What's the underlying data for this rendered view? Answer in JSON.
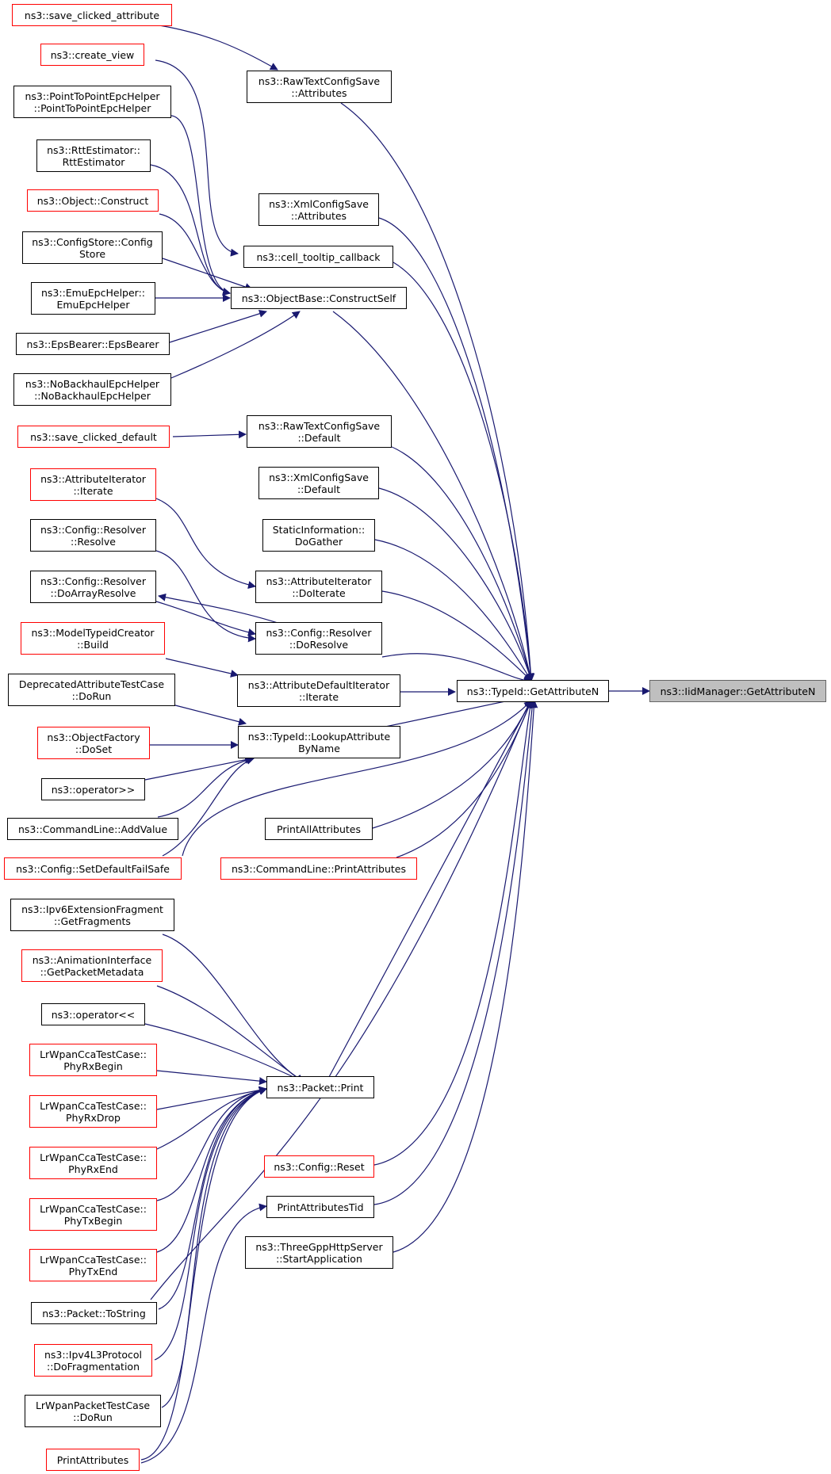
{
  "colors": {
    "edge": "#191970",
    "node_border": "#000000",
    "node_border_red": "#ff0000",
    "focus_fill": "#bfbfbf"
  },
  "nodes": {
    "save_clicked_attribute": "ns3::save_clicked_attribute",
    "create_view": "ns3::create_view",
    "ptp_epc": "ns3::PointToPointEpcHelper\n::PointToPointEpcHelper",
    "rtt": "ns3::RttEstimator::\nRttEstimator",
    "object_construct": "ns3::Object::Construct",
    "configstore": "ns3::ConfigStore::Config\nStore",
    "emu_epc": "ns3::EmuEpcHelper::\nEmuEpcHelper",
    "eps_bearer": "ns3::EpsBearer::EpsBearer",
    "nobackhaul": "ns3::NoBackhaulEpcHelper\n::NoBackhaulEpcHelper",
    "save_clicked_default": "ns3::save_clicked_default",
    "attr_iter_iterate": "ns3::AttributeIterator\n::Iterate",
    "resolver_resolve": "ns3::Config::Resolver\n::Resolve",
    "resolver_doarray": "ns3::Config::Resolver\n::DoArrayResolve",
    "model_typeid_build": "ns3::ModelTypeidCreator\n::Build",
    "deprecated_test": "DeprecatedAttributeTestCase\n::DoRun",
    "object_factory_doset": "ns3::ObjectFactory\n::DoSet",
    "operator_rshift": "ns3::operator>>",
    "cmdline_addvalue": "ns3::CommandLine::AddValue",
    "set_default_failsafe": "ns3::Config::SetDefaultFailSafe",
    "ipv6_frag": "ns3::Ipv6ExtensionFragment\n::GetFragments",
    "anim_iface": "ns3::AnimationInterface\n::GetPacketMetadata",
    "operator_lshift": "ns3::operator<<",
    "phy_rx_begin": "LrWpanCcaTestCase::\nPhyRxBegin",
    "phy_rx_drop": "LrWpanCcaTestCase::\nPhyRxDrop",
    "phy_rx_end": "LrWpanCcaTestCase::\nPhyRxEnd",
    "phy_tx_begin": "LrWpanCcaTestCase::\nPhyTxBegin",
    "phy_tx_end": "LrWpanCcaTestCase::\nPhyTxEnd",
    "packet_tostring": "ns3::Packet::ToString",
    "ipv4_frag": "ns3::Ipv4L3Protocol\n::DoFragmentation",
    "lrwpan_packet_test": "LrWpanPacketTestCase\n::DoRun",
    "print_attributes": "PrintAttributes",
    "rawtext_attributes": "ns3::RawTextConfigSave\n::Attributes",
    "xml_attributes": "ns3::XmlConfigSave\n::Attributes",
    "cell_tooltip": "ns3::cell_tooltip_callback",
    "objectbase_constructself": "ns3::ObjectBase::ConstructSelf",
    "rawtext_default": "ns3::RawTextConfigSave\n::Default",
    "xml_default": "ns3::XmlConfigSave\n::Default",
    "staticinfo_dogather": "StaticInformation::\nDoGather",
    "attr_iter_doiterate": "ns3::AttributeIterator\n::DoIterate",
    "resolver_doresolve": "ns3::Config::Resolver\n::DoResolve",
    "attr_default_iter": "ns3::AttributeDefaultIterator\n::Iterate",
    "lookup_attr_byname": "ns3::TypeId::LookupAttribute\nByName",
    "print_all_attributes": "PrintAllAttributes",
    "cmdline_printattrs": "ns3::CommandLine::PrintAttributes",
    "packet_print": "ns3::Packet::Print",
    "config_reset": "ns3::Config::Reset",
    "print_attributes_tid": "PrintAttributesTid",
    "threegpp_server": "ns3::ThreeGppHttpServer\n::StartApplication",
    "typeid_getattributen": "ns3::TypeId::GetAttributeN",
    "iidmanager_getattributen": "ns3::IidManager::GetAttributeN"
  }
}
